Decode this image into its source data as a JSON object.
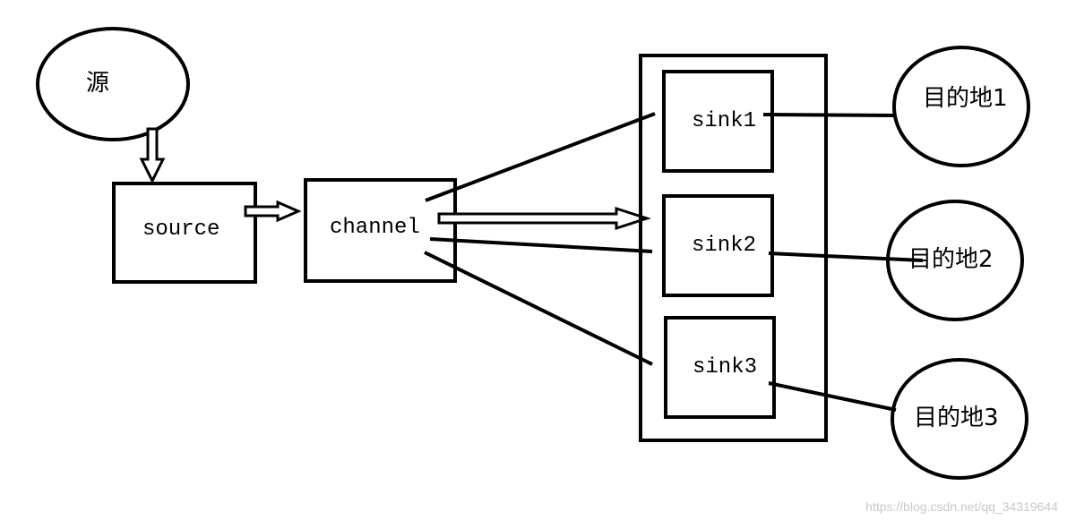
{
  "diagram": {
    "source_node": {
      "label": "源"
    },
    "source_box": {
      "label": "source"
    },
    "channel_box": {
      "label": "channel"
    },
    "sinks": [
      {
        "label": "sink1"
      },
      {
        "label": "sink2"
      },
      {
        "label": "sink3"
      }
    ],
    "destinations": [
      {
        "label": "目的地1"
      },
      {
        "label": "目的地2"
      },
      {
        "label": "目的地3"
      }
    ]
  },
  "watermark": {
    "text": "https://blog.csdn.net/qq_34319644"
  },
  "colors": {
    "stroke": "#000000",
    "background": "#ffffff",
    "watermark": "#c8c8c8"
  }
}
